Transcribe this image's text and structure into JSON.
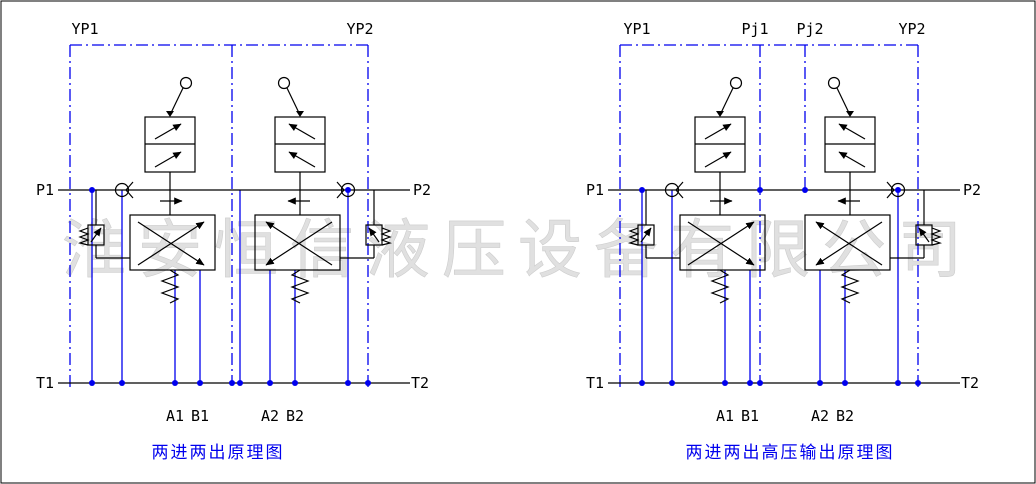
{
  "watermark_text": "淮安恒信液压设备有限公司",
  "colors": {
    "schematic_black": "#000000",
    "pilot_line_blue": "#0000ee",
    "caption_blue": "#0000ee",
    "watermark_gray": "#d6d6d6",
    "background": "#ffffff"
  },
  "left_diagram": {
    "caption": "两进两出原理图",
    "labels": {
      "yp1": "YP1",
      "yp2": "YP2",
      "p1": "P1",
      "p2": "P2",
      "t1": "T1",
      "t2": "T2",
      "a1": "A1",
      "b1": "B1",
      "a2": "A2",
      "b2": "B2"
    }
  },
  "right_diagram": {
    "caption": "两进两出高压输出原理图",
    "labels": {
      "yp1": "YP1",
      "pj1": "Pj1",
      "pj2": "Pj2",
      "yp2": "YP2",
      "p1": "P1",
      "p2": "P2",
      "t1": "T1",
      "t2": "T2",
      "a1": "A1",
      "b1": "B1",
      "a2": "A2",
      "b2": "B2"
    }
  }
}
